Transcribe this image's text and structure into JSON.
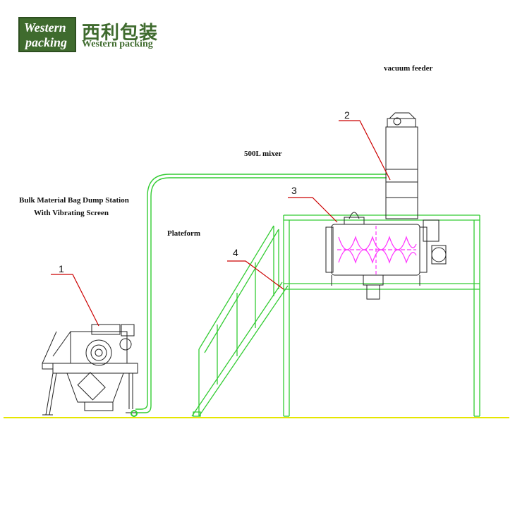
{
  "logo": {
    "box_line1": "Western",
    "box_line2": "packing",
    "chinese": "西利包装",
    "english": "Western packing"
  },
  "labels": {
    "vacuum_feeder": "vacuum feeder",
    "mixer": "500L mixer",
    "bag_dump_line1": "Bulk Material Bag Dump Station",
    "bag_dump_line2": "With Vibrating Screen",
    "platform": "Plateform"
  },
  "callouts": [
    "1",
    "2",
    "3",
    "4"
  ],
  "colors": {
    "structure": "#33cc33",
    "auger": "#ff33ff",
    "callout": "#cc0000",
    "floor": "#e6e600",
    "machine": "#222222",
    "brand": "#3f6b2e"
  }
}
